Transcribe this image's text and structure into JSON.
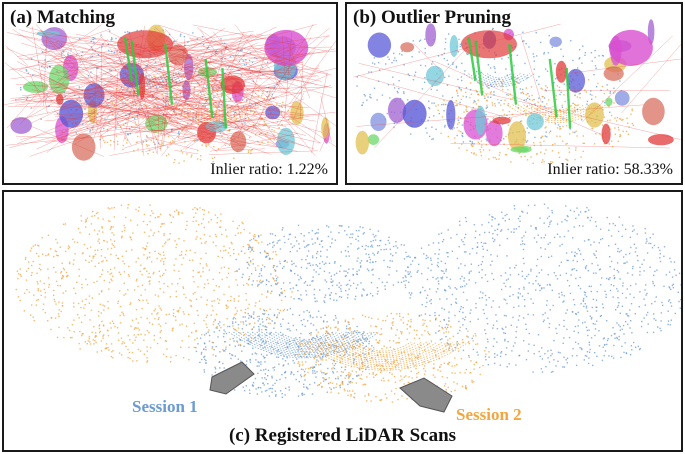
{
  "panels": {
    "a": {
      "title": "(a) Matching",
      "inlier": "Inlier ratio: 1.22%"
    },
    "b": {
      "title": "(b) Outlier Pruning",
      "inlier": "Inlier ratio: 58.33%"
    },
    "c": {
      "title": "(c) Registered LiDAR Scans",
      "session1": "Session 1",
      "session2": "Session 2"
    }
  },
  "colors": {
    "session1": "#6b9bd1",
    "session2": "#f2a640",
    "outlier_lines": "#e8393a",
    "inlier_lines": "#2ecc40",
    "vehicle": "#8a8a8a"
  }
}
